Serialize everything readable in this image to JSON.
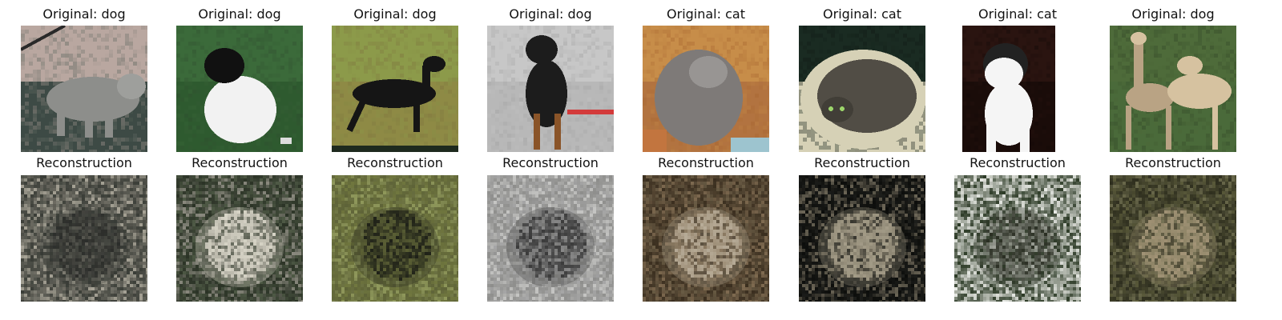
{
  "figure": {
    "panels": [
      {
        "original_title": "Original: dog",
        "recon_title": "Reconstruction",
        "subject": "dog",
        "orig": {
          "bg": [
            "#b9a7a0",
            "#4b5a52"
          ],
          "ground": "#3d4a45",
          "body": "#8d8e8b",
          "accent": "#c8c5bf",
          "pose": "standing-walk"
        },
        "recon": {
          "bg": [
            "#a7a396",
            "#3a3d37"
          ],
          "blob": "#2c2d2a",
          "light": "#6e6c63"
        }
      },
      {
        "original_title": "Original: dog",
        "recon_title": "Reconstruction",
        "subject": "dog",
        "orig": {
          "bg": [
            "#3b6a3a",
            "#2f4b2e"
          ],
          "ground": "#2e5a2f",
          "body": "#f2f2f2",
          "accent": "#111111",
          "pose": "sitting-white"
        },
        "recon": {
          "bg": [
            "#4f5a46",
            "#2b3326"
          ],
          "blob": "#d7d4c7",
          "light": "#8c8b80"
        }
      },
      {
        "original_title": "Original: dog",
        "recon_title": "Reconstruction",
        "subject": "dog",
        "orig": {
          "bg": [
            "#8c9a4a",
            "#7c6f3d"
          ],
          "ground": "#8e8a45",
          "body": "#151515",
          "accent": "#6b3a1f",
          "pose": "standing-side"
        },
        "recon": {
          "bg": [
            "#8f985b",
            "#5e6338"
          ],
          "blob": "#1f2218",
          "light": "#71783f"
        }
      },
      {
        "original_title": "Original: dog",
        "recon_title": "Reconstruction",
        "subject": "dog",
        "orig": {
          "bg": [
            "#c7c7c7",
            "#9e9e9e"
          ],
          "ground": "#b8b8b8",
          "body": "#1c1c1c",
          "accent": "#8a5428",
          "pose": "standing-front"
        },
        "recon": {
          "bg": [
            "#c6c6c4",
            "#8e8e8c"
          ],
          "blob": "#3a3a3a",
          "light": "#a7a7a7"
        }
      },
      {
        "original_title": "Original: cat",
        "recon_title": "Reconstruction",
        "subject": "cat",
        "orig": {
          "bg": [
            "#c78d49",
            "#a5622d"
          ],
          "ground": "#b27340",
          "body": "#7e7a78",
          "accent": "#9dc4cf",
          "pose": "cat-sitting"
        },
        "recon": {
          "bg": [
            "#6a5c45",
            "#3a2e1f"
          ],
          "blob": "#b7ab98",
          "light": "#7e6a50"
        }
      },
      {
        "original_title": "Original: cat",
        "recon_title": "Reconstruction",
        "subject": "cat",
        "orig": {
          "bg": [
            "#1a2b22",
            "#0f1612"
          ],
          "ground": "#d6d1b6",
          "body": "#514d45",
          "accent": "#9bd46a",
          "pose": "cat-bed"
        },
        "recon": {
          "bg": [
            "#1d1e1b",
            "#0c0d0b"
          ],
          "blob": "#a59d89",
          "light": "#6b6556"
        }
      },
      {
        "original_title": "Original: cat",
        "recon_title": "Reconstruction",
        "subject": "cat",
        "orig": {
          "bg": [
            "#2a1410",
            "#100807"
          ],
          "ground": "#1a0c09",
          "body": "#f5f5f5",
          "accent": "#222222",
          "pose": "cat-standing"
        },
        "recon": {
          "bg": [
            "#e7e9e4",
            "#2d3b27"
          ],
          "blob": "#2b3024",
          "light": "#d9dbd4"
        }
      },
      {
        "original_title": "Original: dog",
        "recon_title": "Reconstruction",
        "subject": "dog",
        "orig": {
          "bg": [
            "#4e6b3a",
            "#2f4224"
          ],
          "ground": "#4a6a3a",
          "body": "#b9a384",
          "accent": "#d6c2a0",
          "pose": "two-dogs"
        },
        "recon": {
          "bg": [
            "#5b5b3b",
            "#2e2e1e"
          ],
          "blob": "#a39477",
          "light": "#6b6a4c"
        }
      }
    ]
  }
}
